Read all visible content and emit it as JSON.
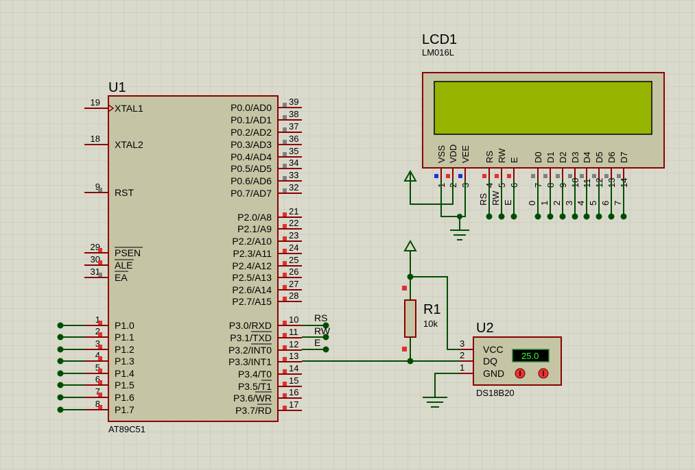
{
  "u1": {
    "ref": "U1",
    "part": "AT89C51",
    "left_pins": [
      {
        "num": "19",
        "name": "XTAL1"
      },
      {
        "num": "18",
        "name": "XTAL2"
      },
      {
        "num": "9",
        "name": "RST"
      },
      {
        "num": "29",
        "name": "PSEN"
      },
      {
        "num": "30",
        "name": "ALE"
      },
      {
        "num": "31",
        "name": "EA"
      },
      {
        "num": "1",
        "name": "P1.0"
      },
      {
        "num": "2",
        "name": "P1.1"
      },
      {
        "num": "3",
        "name": "P1.2"
      },
      {
        "num": "4",
        "name": "P1.3"
      },
      {
        "num": "5",
        "name": "P1.4"
      },
      {
        "num": "6",
        "name": "P1.5"
      },
      {
        "num": "7",
        "name": "P1.6"
      },
      {
        "num": "8",
        "name": "P1.7"
      }
    ],
    "right_pins": [
      {
        "num": "39",
        "name": "P0.0/AD0"
      },
      {
        "num": "38",
        "name": "P0.1/AD1"
      },
      {
        "num": "37",
        "name": "P0.2/AD2"
      },
      {
        "num": "36",
        "name": "P0.3/AD3"
      },
      {
        "num": "35",
        "name": "P0.4/AD4"
      },
      {
        "num": "34",
        "name": "P0.5/AD5"
      },
      {
        "num": "33",
        "name": "P0.6/AD6"
      },
      {
        "num": "32",
        "name": "P0.7/AD7"
      },
      {
        "num": "21",
        "name": "P2.0/A8"
      },
      {
        "num": "22",
        "name": "P2.1/A9"
      },
      {
        "num": "23",
        "name": "P2.2/A10"
      },
      {
        "num": "24",
        "name": "P2.3/A11"
      },
      {
        "num": "25",
        "name": "P2.4/A12"
      },
      {
        "num": "26",
        "name": "P2.5/A13"
      },
      {
        "num": "27",
        "name": "P2.6/A14"
      },
      {
        "num": "28",
        "name": "P2.7/A15"
      },
      {
        "num": "10",
        "name": "P3.0/RXD"
      },
      {
        "num": "11",
        "name": "P3.1/TXD"
      },
      {
        "num": "12",
        "name": "P3.2/INT0"
      },
      {
        "num": "13",
        "name": "P3.3/INT1"
      },
      {
        "num": "14",
        "name": "P3.4/T0"
      },
      {
        "num": "15",
        "name": "P3.5/T1"
      },
      {
        "num": "16",
        "name": "P3.6/WR"
      },
      {
        "num": "17",
        "name": "P3.7/RD"
      }
    ],
    "net_labels": [
      "RS",
      "RW",
      "E"
    ]
  },
  "lcd": {
    "ref": "LCD1",
    "part": "LM016L",
    "pin_names": [
      "VSS",
      "VDD",
      "VEE",
      "RS",
      "RW",
      "E",
      "D0",
      "D1",
      "D2",
      "D3",
      "D4",
      "D5",
      "D6",
      "D7"
    ],
    "pin_nums": [
      "1",
      "2",
      "3",
      "4",
      "5",
      "6",
      "7",
      "8",
      "9",
      "10",
      "11",
      "12",
      "13",
      "14"
    ],
    "net_labels": [
      "RS",
      "RW",
      "E",
      "0",
      "1",
      "2",
      "3",
      "4",
      "5",
      "6",
      "7"
    ]
  },
  "r1": {
    "ref": "R1",
    "value": "10k"
  },
  "u2": {
    "ref": "U2",
    "part": "DS18B20",
    "pins": [
      {
        "num": "3",
        "name": "VCC"
      },
      {
        "num": "2",
        "name": "DQ"
      },
      {
        "num": "1",
        "name": "GND"
      }
    ],
    "display_value": "25.0"
  },
  "colors": {
    "background": "#d9d9cc",
    "grid": "#c6c6b6",
    "body": "#c5c5a5",
    "outline": "#8b0000",
    "wire": "#004d00",
    "lcd_screen": "#96b400",
    "pin_red": "#e03030",
    "pin_blue": "#2030e0",
    "pin_gray": "#808080"
  }
}
